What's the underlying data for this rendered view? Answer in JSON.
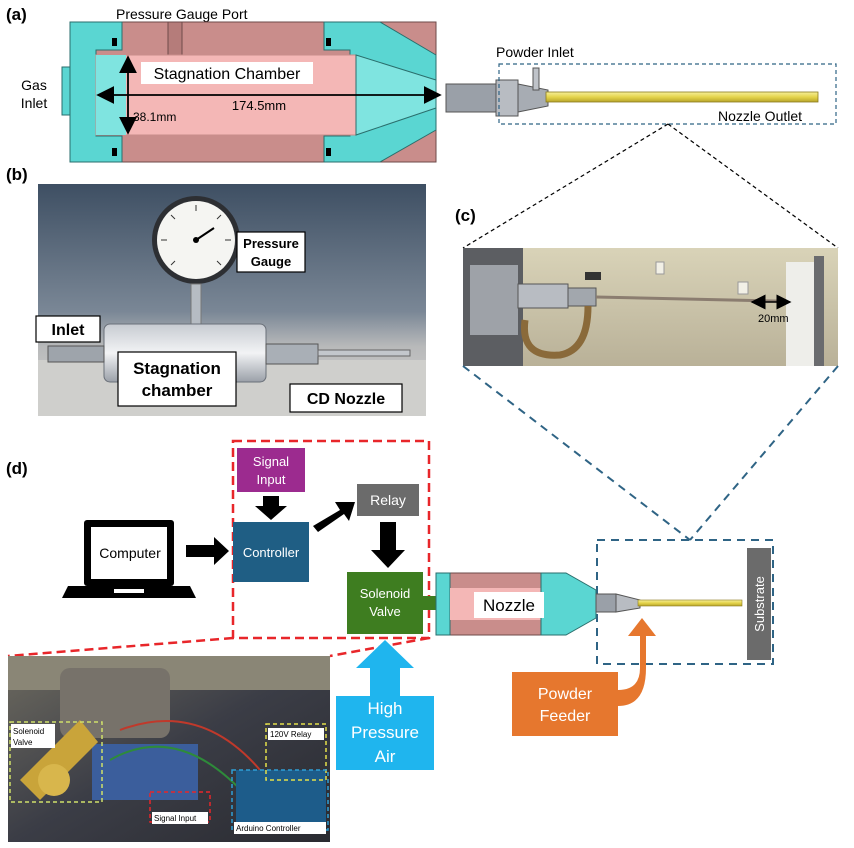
{
  "panels": {
    "a": "(a)",
    "b": "(b)",
    "c": "(c)",
    "d": "(d)"
  },
  "panel_a": {
    "pressure_gauge_port": "Pressure Gauge Port",
    "gas_inlet_line1": "Gas",
    "gas_inlet_line2": "Inlet",
    "stagnation_chamber": "Stagnation Chamber",
    "length": "174.5mm",
    "diameter": "38.1mm",
    "powder_inlet": "Powder Inlet",
    "nozzle_outlet": "Nozzle Outlet"
  },
  "panel_b": {
    "pressure_gauge_line1": "Pressure",
    "pressure_gauge_line2": "Gauge",
    "inlet": "Inlet",
    "stagnation_line1": "Stagnation",
    "stagnation_line2": "chamber",
    "cd_nozzle": "CD Nozzle"
  },
  "panel_c": {
    "scale": "20mm"
  },
  "panel_d": {
    "signal_input_line1": "Signal",
    "signal_input_line2": "Input",
    "relay": "Relay",
    "computer": "Computer",
    "controller": "Controller",
    "solenoid_line1": "Solenoid",
    "solenoid_line2": "Valve",
    "nozzle": "Nozzle",
    "substrate": "Substrate",
    "high_pressure_line1": "High",
    "high_pressure_line2": "Pressure",
    "high_pressure_line3": "Air",
    "powder_feeder_line1": "Powder",
    "powder_feeder_line2": "Feeder",
    "photo_solenoid_line1": "Solenoid",
    "photo_solenoid_line2": "Valve",
    "photo_relay": "120V Relay",
    "photo_signal": "Signal Input",
    "photo_arduino": "Arduino Controller"
  },
  "colors": {
    "teal": "#5ad6d2",
    "chamber_pink": "#c98d8b",
    "chamber_light": "#f4b7b6",
    "signal_purple": "#9c2b8f",
    "relay_gray": "#6b6b6b",
    "controller_blue": "#1f5e84",
    "solenoid_green": "#3e7d20",
    "air_blue": "#1fb5ee",
    "powder_orange": "#e6772e",
    "red_dash": "#e8262a",
    "blue_dash": "#2f6485"
  },
  "icons": [
    "laptop-icon",
    "arrow-icon",
    "pressure-gauge-icon"
  ]
}
